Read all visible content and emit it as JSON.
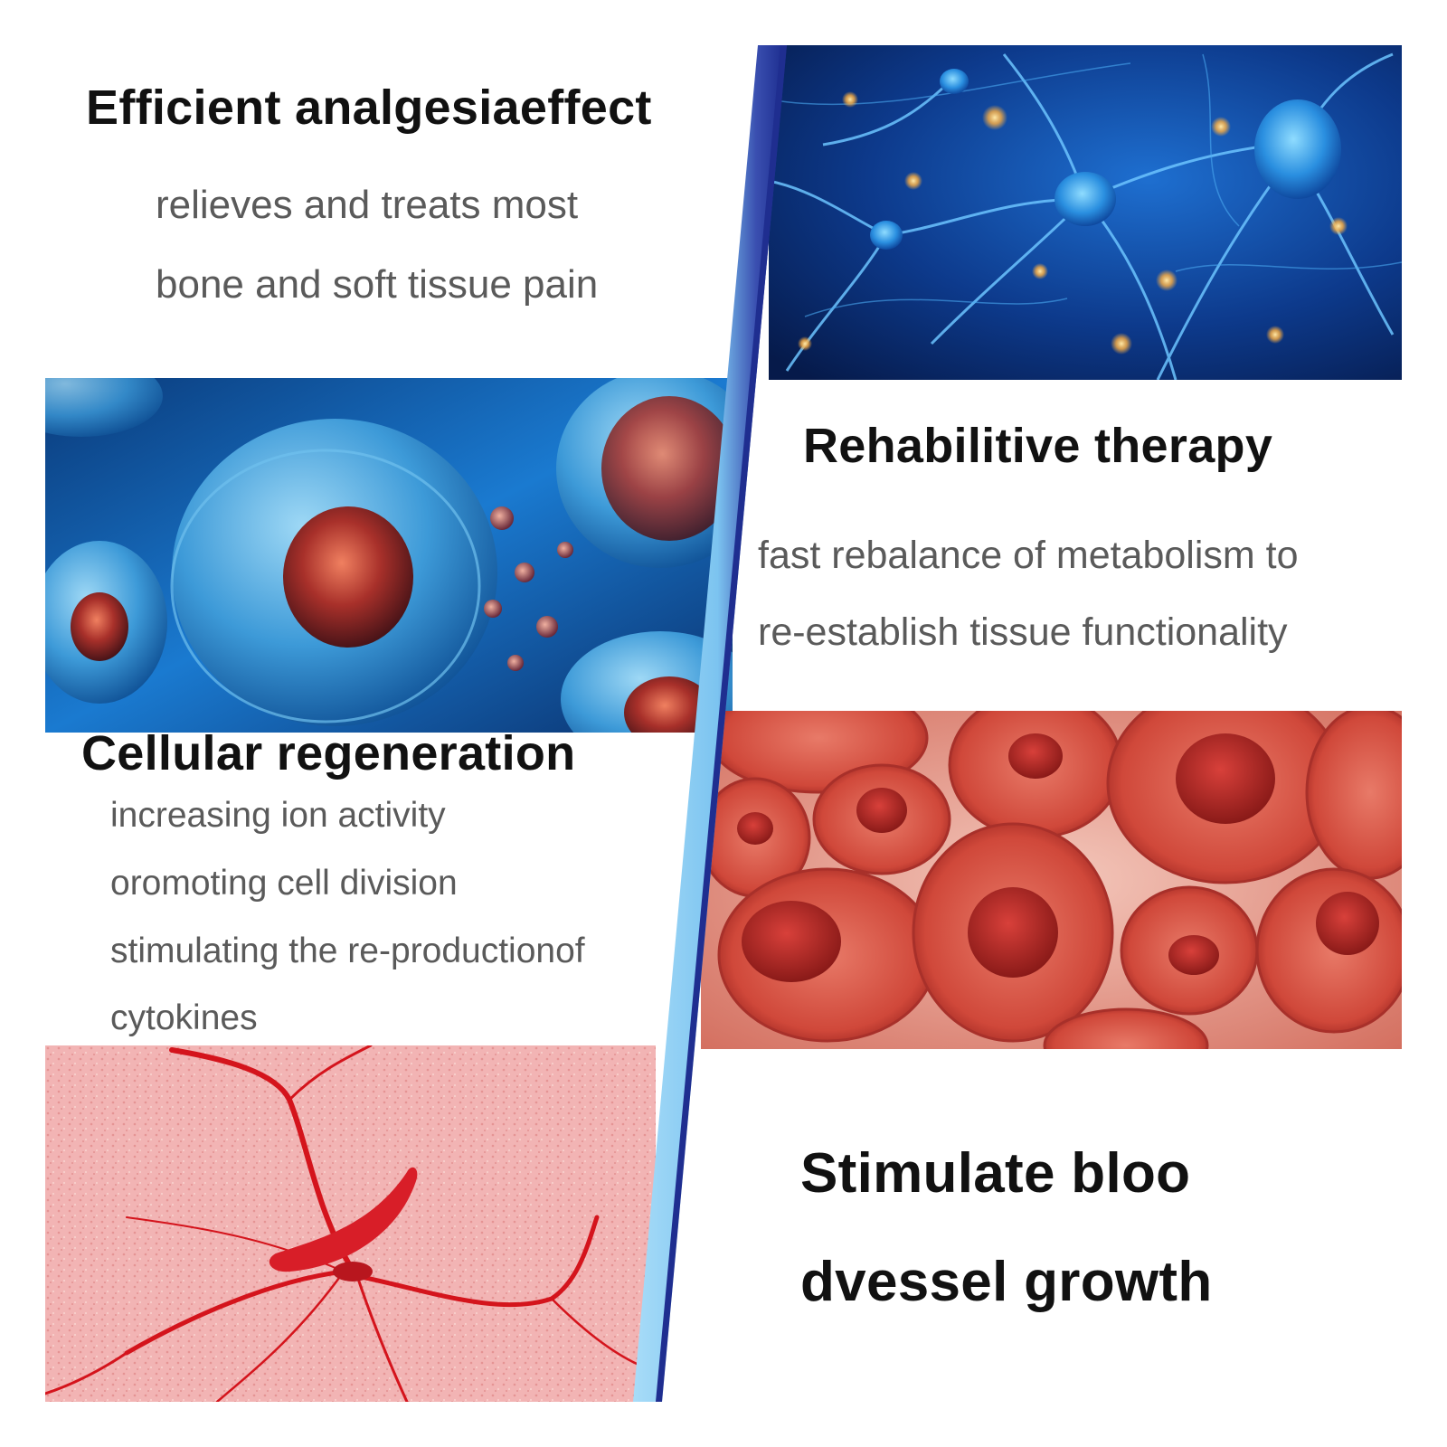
{
  "sections": {
    "analgesia": {
      "title": "Efficient analgesiaeffect",
      "lines": [
        "relieves and treats most",
        "bone and soft tissue pain"
      ]
    },
    "rehab": {
      "title": "Rehabilitive therapy",
      "lines": [
        "fast rebalance of metabolism to",
        "re-establish tissue functionality"
      ]
    },
    "cellular": {
      "title": "Cellular regeneration",
      "lines": [
        "increasing ion activity",
        "oromoting cell division",
        "stimulating the re-productionof",
        "cytokines"
      ]
    },
    "blood": {
      "title_line1": "Stimulate bloo",
      "title_line2": "dvessel growth"
    }
  },
  "images": {
    "neurons": "neuron-network-image",
    "blue_cells": "blue-cells-image",
    "red_cells": "red-cells-image",
    "blood_vessel": "blood-vessel-image"
  },
  "colors": {
    "divider_light": "#8fd0f5",
    "divider_dark": "#1a2a8c",
    "neuron_bg": "#0b2a6e",
    "cell_red": "#c8322a",
    "tissue_pink": "#f2b4b4",
    "vessel_red": "#d4141c"
  }
}
